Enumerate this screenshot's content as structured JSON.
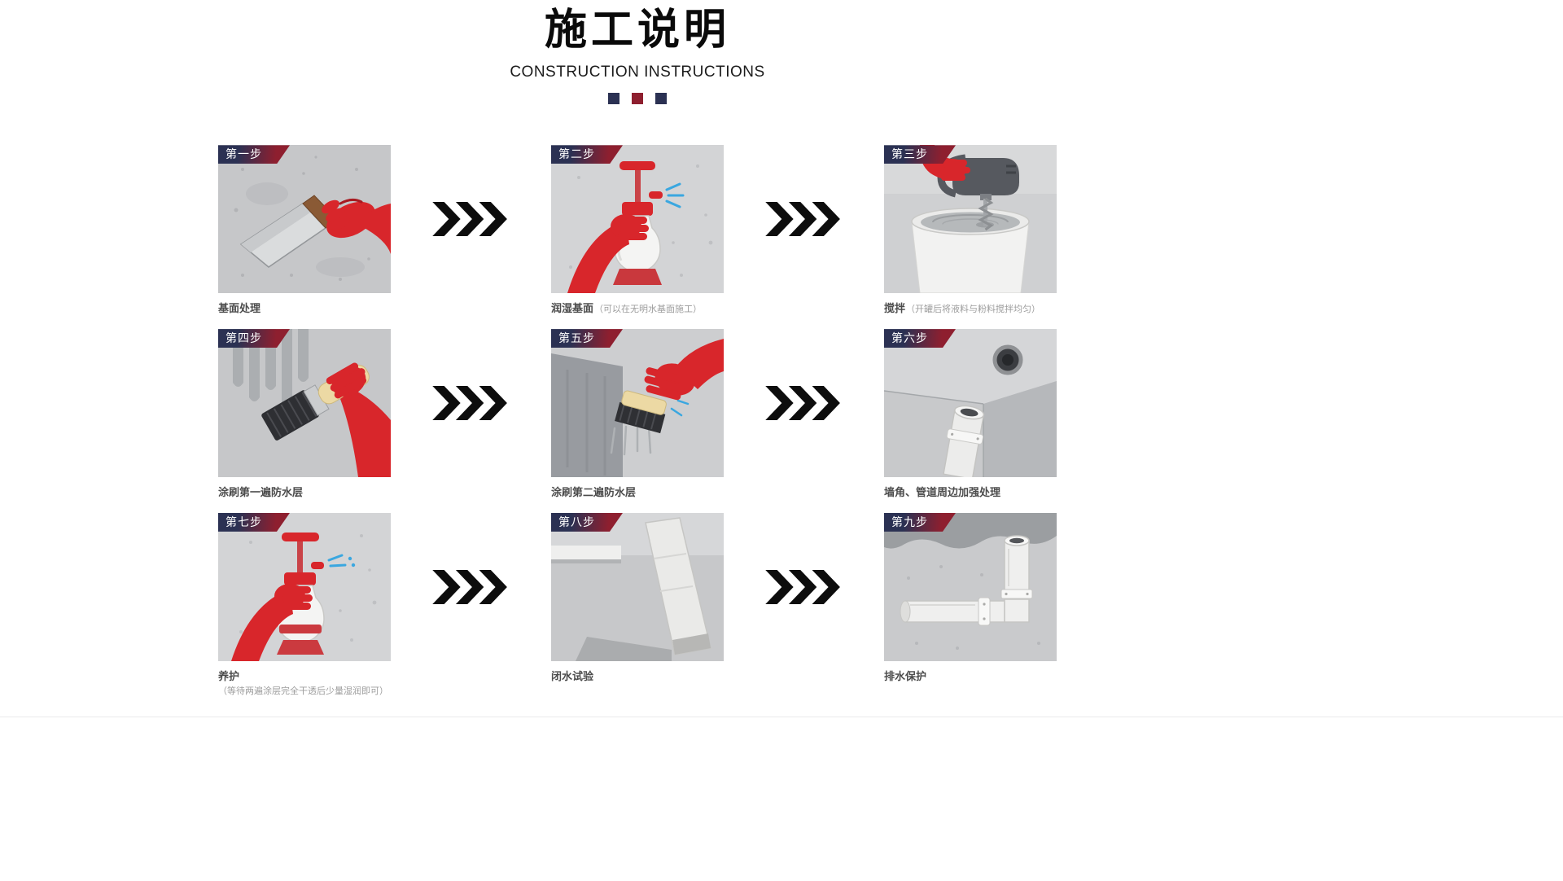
{
  "header": {
    "title": "施工说明",
    "subtitle": "CONSTRUCTION INSTRUCTIONS"
  },
  "colors": {
    "navy": "#2b3153",
    "red": "#8e1f2f",
    "arrow_black": "#0d0d0d",
    "glove_red": "#d8262b",
    "spray_blue": "#3aa7e0"
  },
  "steps": [
    {
      "badge": "第一步",
      "caption": "基面处理",
      "note": ""
    },
    {
      "badge": "第二步",
      "caption": "润湿基面",
      "note": "（可以在无明水基面施工）"
    },
    {
      "badge": "第三步",
      "caption": "搅拌",
      "note": "（开罐后将液料与粉料搅拌均匀）"
    },
    {
      "badge": "第四步",
      "caption": "涂刷第一遍防水层",
      "note": ""
    },
    {
      "badge": "第五步",
      "caption": "涂刷第二遍防水层",
      "note": ""
    },
    {
      "badge": "第六步",
      "caption": "墙角、管道周边加强处理",
      "note": ""
    },
    {
      "badge": "第七步",
      "caption": "养护",
      "note": "（等待两遍涂层完全干透后少量湿润即可）"
    },
    {
      "badge": "第八步",
      "caption": "闭水试验",
      "note": ""
    },
    {
      "badge": "第九步",
      "caption": "排水保护",
      "note": ""
    }
  ]
}
